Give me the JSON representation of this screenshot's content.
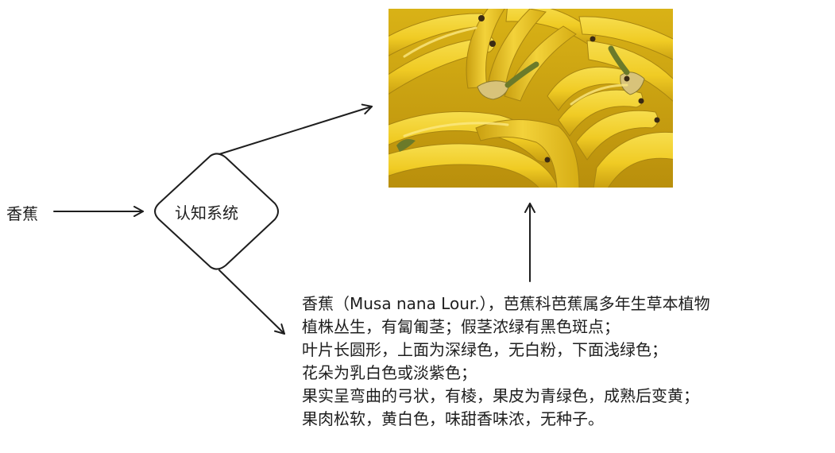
{
  "input": {
    "label": "香蕉"
  },
  "node": {
    "label": "认知系统"
  },
  "description": {
    "lines": [
      "香蕉（Musa nana Lour.），芭蕉科芭蕉属多年生草本植物",
      "植株丛生，有匐匍茎；假茎浓绿有黑色斑点；",
      "叶片长圆形，上面为深绿色，无白粉，下面浅绿色；",
      "花朵为乳白色或淡紫色；",
      "果实呈弯曲的弓状，有棱，果皮为青绿色，成熟后变黄；",
      "果肉松软，黄白色，味甜香味浓，无种子。"
    ]
  },
  "photo": {
    "subject": "bananas",
    "colors": {
      "banana": "#f2cf2a",
      "banana_shadow": "#c9a111",
      "stem": "#6b7a2a",
      "tip": "#3a2a14"
    }
  },
  "colors": {
    "stroke": "#1e1e1e",
    "background": "#ffffff"
  }
}
